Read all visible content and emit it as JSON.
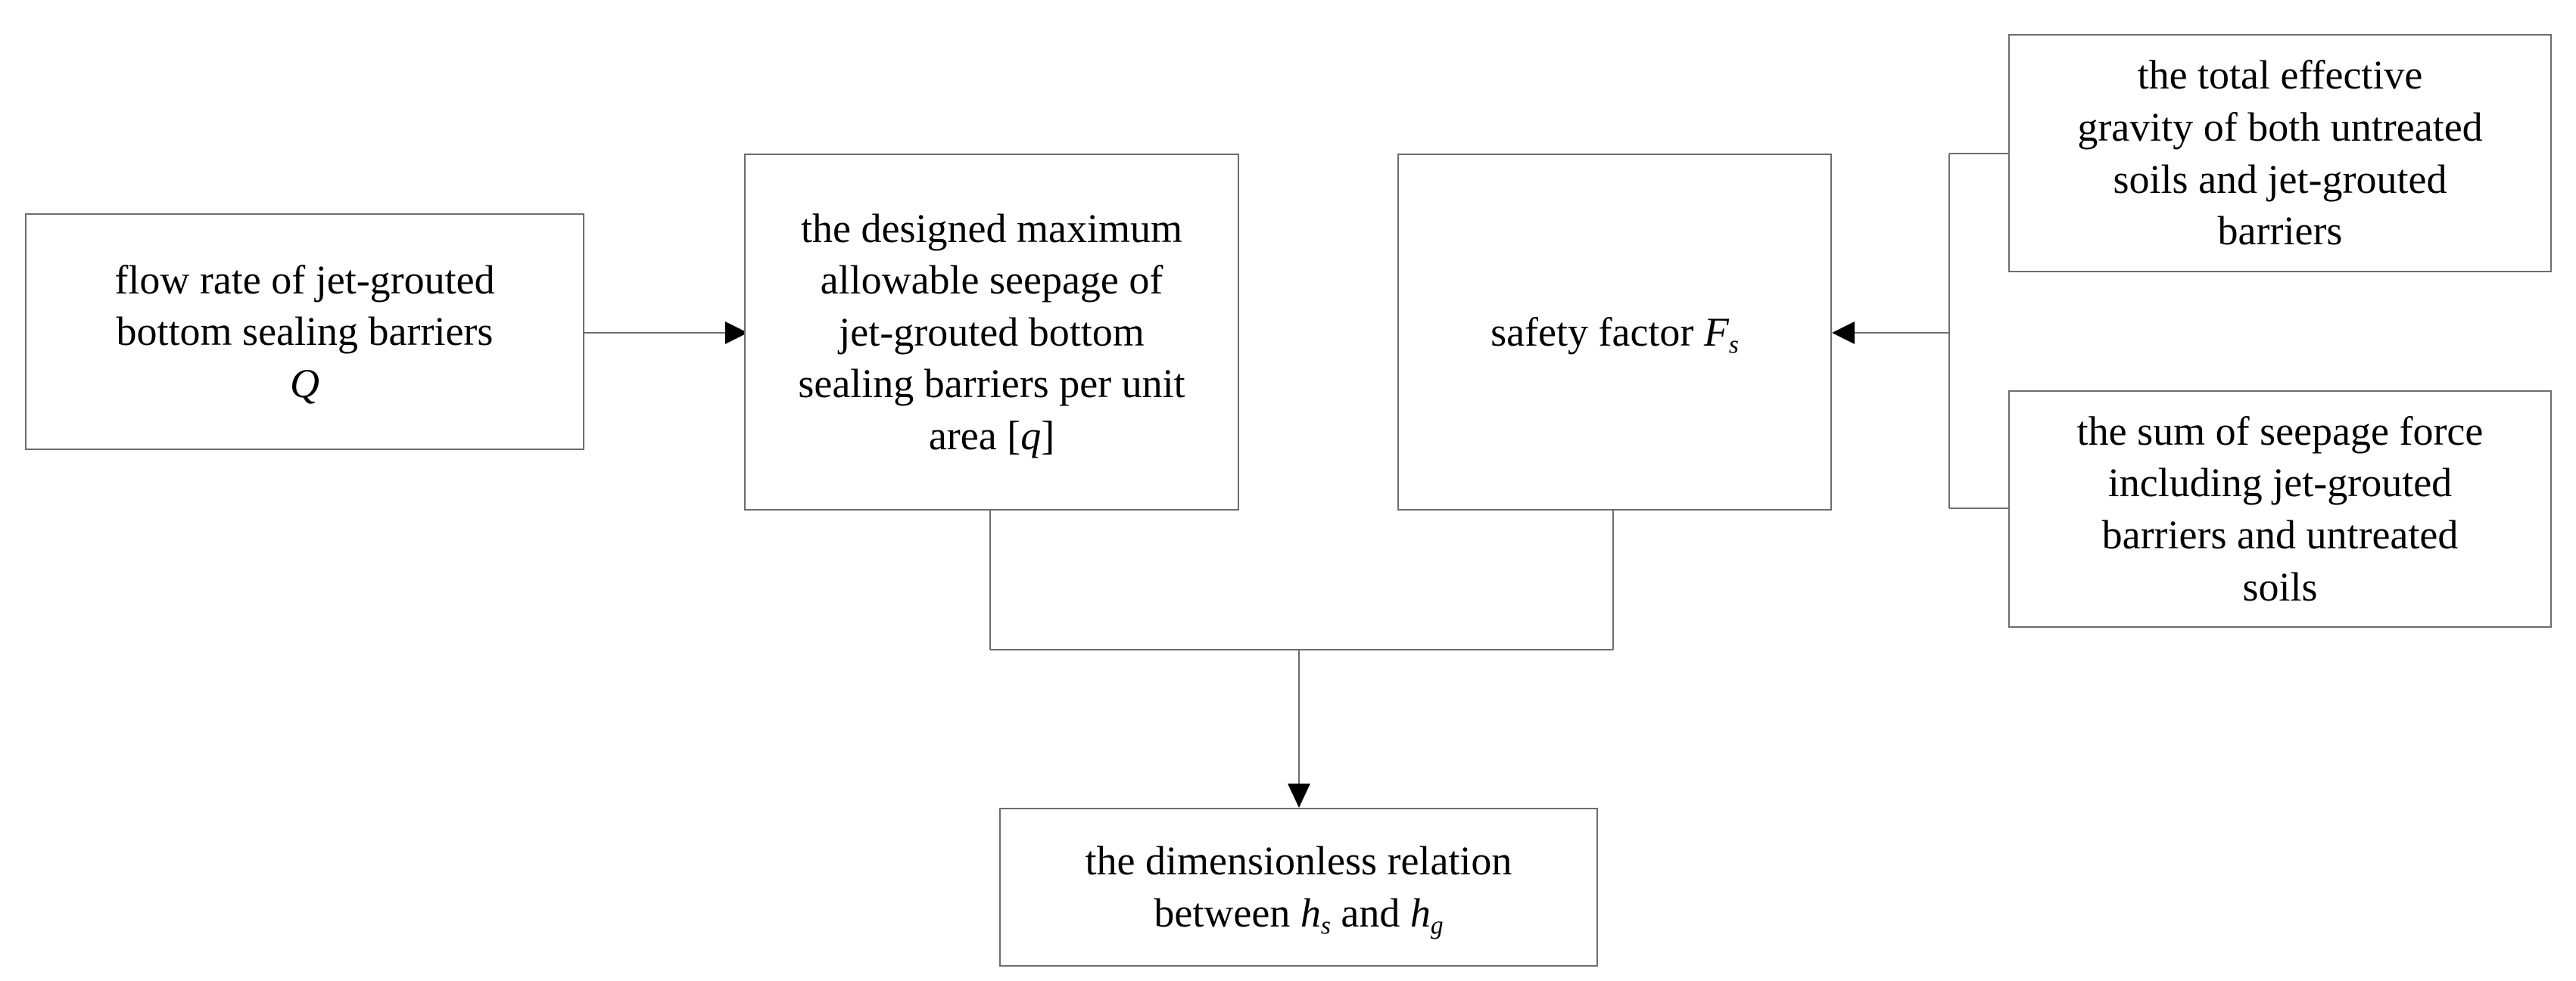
{
  "boxes": {
    "flow_rate": {
      "lines": [
        "flow rate of jet-grouted",
        "bottom sealing barriers"
      ],
      "symbol": "Q"
    },
    "max_seepage": {
      "lines": [
        "the designed maximum",
        "allowable seepage of",
        "jet-grouted bottom",
        "sealing barriers per unit"
      ],
      "last_prefix": "area [",
      "symbol": "q",
      "last_suffix": "]"
    },
    "safety_factor": {
      "prefix": "safety factor ",
      "symbol": "F",
      "subscript": "s"
    },
    "gravity": {
      "lines": [
        "the total effective",
        "gravity of both untreated",
        "soils and jet-grouted",
        "barriers"
      ]
    },
    "seepage_force": {
      "lines": [
        "the sum of seepage force",
        "including jet-grouted",
        "barriers  and untreated",
        "soils"
      ]
    },
    "relation": {
      "line1": "the dimensionless relation",
      "prefix": "between ",
      "symbol1": "h",
      "subscript1": "s",
      "conjunction": " and ",
      "symbol2": "h",
      "subscript2": "g"
    }
  }
}
